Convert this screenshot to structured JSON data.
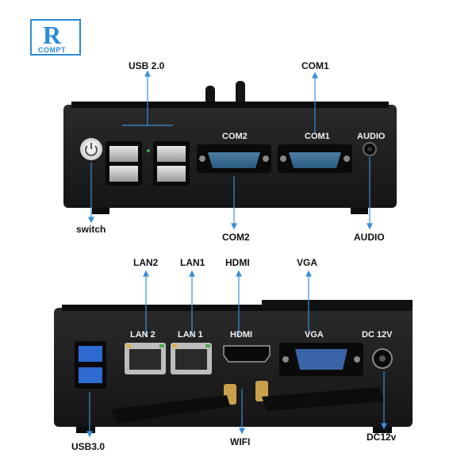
{
  "logo": {
    "letter": "R",
    "text": "COMPT"
  },
  "top_device": {
    "callouts": {
      "usb2": "USB 2.0",
      "com1": "COM1",
      "switch": "switch",
      "com2": "COM2",
      "audio": "AUDIO"
    },
    "panel_labels": {
      "com2": "COM2",
      "com1": "COM1",
      "audio": "AUDIO"
    }
  },
  "bottom_device": {
    "callouts": {
      "lan2": "LAN2",
      "lan1": "LAN1",
      "hdmi": "HDMI",
      "vga": "VGA",
      "usb3": "USB3.0",
      "wifi": "WIFI",
      "dc12v": "DC12v"
    },
    "panel_labels": {
      "lan2": "LAN 2",
      "lan1": "LAN 1",
      "hdmi": "HDMI",
      "vga": "VGA",
      "dc": "DC  12V"
    }
  },
  "colors": {
    "callout_line": "#3a8fd8",
    "device_body": "#1f1f1f",
    "accent": "#2b8ad6"
  }
}
